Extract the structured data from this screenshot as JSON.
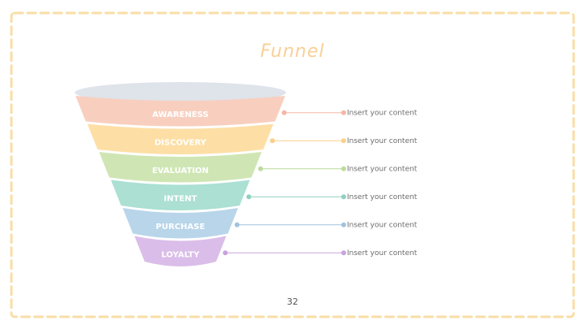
{
  "slide": {
    "title": "Funnel",
    "page_number": "32"
  },
  "funnel": {
    "stages": [
      {
        "label": "AWARENESS",
        "color": "#f8cfbf",
        "dot": "#f5b7a5",
        "description": "Insert your content"
      },
      {
        "label": "DISCOVERY",
        "color": "#fddfa6",
        "dot": "#fbcf8a",
        "description": "Insert your content"
      },
      {
        "label": "EVALUATION",
        "color": "#cfe6b4",
        "dot": "#bcdb9c",
        "description": "Insert your content"
      },
      {
        "label": "INTENT",
        "color": "#abe0d3",
        "dot": "#8fd1c1",
        "description": "Insert your content"
      },
      {
        "label": "PURCHASE",
        "color": "#b8d5ea",
        "dot": "#9fc3e0",
        "description": "Insert your content"
      },
      {
        "label": "LOYALTY",
        "color": "#dbbde9",
        "dot": "#c9a2dd",
        "description": "Insert your content"
      }
    ],
    "top_color": "#dfe3ea"
  },
  "colors": {
    "border": "#f9dea6",
    "title": "#f8d096",
    "stage_text": "#ffffff",
    "description_text": "#6b6b6b",
    "page_number": "#555555"
  }
}
